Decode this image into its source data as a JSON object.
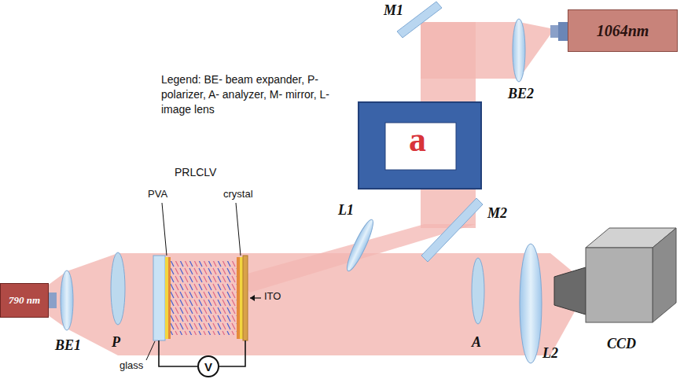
{
  "diagram": {
    "nodes": [
      {
        "text": [
          "1064nm"
        ]
      },
      {
        "text": [
          "790 nm"
        ]
      },
      {
        "text": [
          "V"
        ]
      }
    ],
    "labels": [
      "Legend: BE- beam expander, P- polarizer, A- analyzer, M- mirror, L- image lens",
      "M1",
      "BE2",
      "PRLCLV",
      "PVA",
      "crystal",
      "L1",
      "M2",
      "a",
      "BE1",
      "P",
      "ITO",
      "glass",
      "A",
      "L2",
      "CCD"
    ]
  }
}
